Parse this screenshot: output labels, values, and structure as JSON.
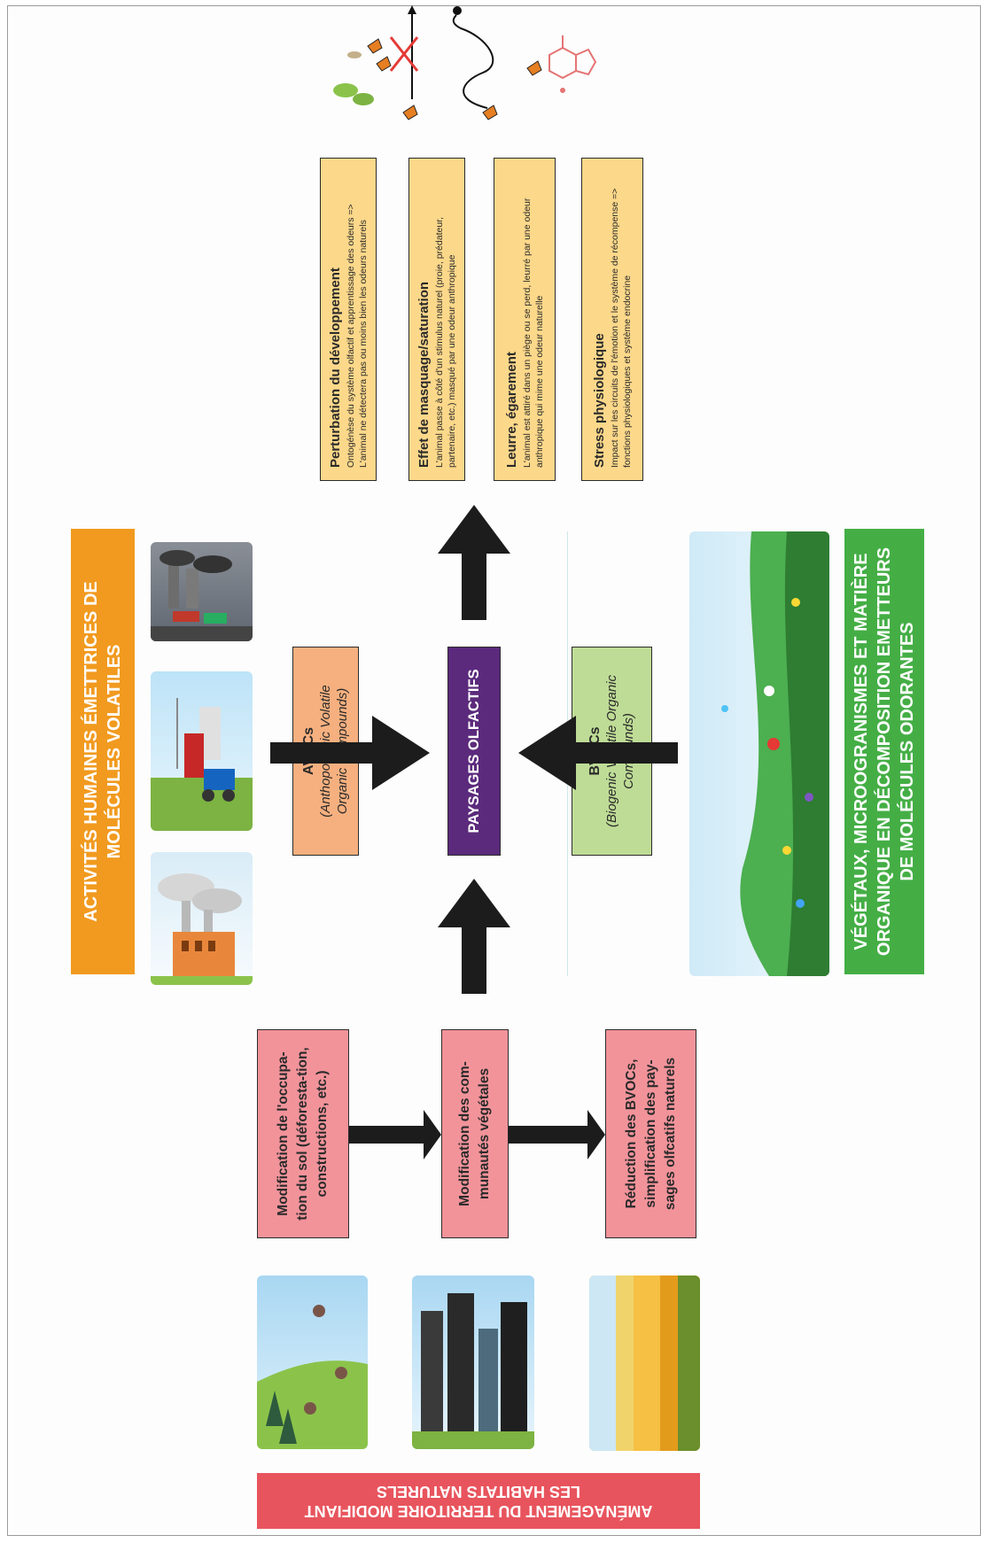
{
  "banners": {
    "human": "ACTIVITÉS HUMAINES ÉMETTRICES DE MOLÉCULES VOLATILES",
    "natural": "VÉGÉTAUX, MICROOGRANISMES ET MATIÈRE ORGANIQUE EN DÉCOMPOSITION EMETTEURS DE MOLÉCULES ODORANTES",
    "territory": "AMÉNAGEMENT DU TERRITOIRE MODIFIANT LES HABITATS NATURELS"
  },
  "boxes": {
    "avocs_title": "AVOCs",
    "avocs_sub": "(Anthopogenic Volatile Organic Compounds)",
    "paysages": "PAYSAGES OLFACTIFS",
    "bvocs_title": "BVOCs",
    "bvocs_sub": "(Biogenic Volatile Organic Compounds)",
    "occupation": "Modification de l'occupa-tion du sol (déforesta-tion, constructions, etc.)",
    "communautes": "Modification des com-munautés végétales",
    "reduction": "Réduction des BVOCs, simplification des pay-sages olfcatifs naturels"
  },
  "effects": [
    {
      "title": "Perturbation du développement",
      "desc": "Ontogénèse du système olfactif et apprentissage des odeurs => L'animal ne détectera pas ou moins bien les odeurs naturels"
    },
    {
      "title": "Effet de masquage/saturation",
      "desc": "L'animal passe à côté d'un stimulus naturel (proie, prédateur, partenaire, etc.) masqué par une odeur anthropique"
    },
    {
      "title": "Leurre, égarement",
      "desc": "L'animal est attiré dans un piège ou se perd, leurré par une odeur anthropique qui mime une odeur naturelle"
    },
    {
      "title": "Stress physiologique",
      "desc": "Impact sur les circuits de l'émotion et le système de récompense => fonctions physiologiques et système endocrine"
    }
  ],
  "colors": {
    "orange": "#f19a1f",
    "green": "#44ae45",
    "red": "#e8545d",
    "purple": "#5b2a7c",
    "avocs": "#f6b07f",
    "bvocs": "#bedc96",
    "pink": "#f2939a",
    "yellow": "#fcd88a",
    "arrow": "#1c1c1c"
  }
}
